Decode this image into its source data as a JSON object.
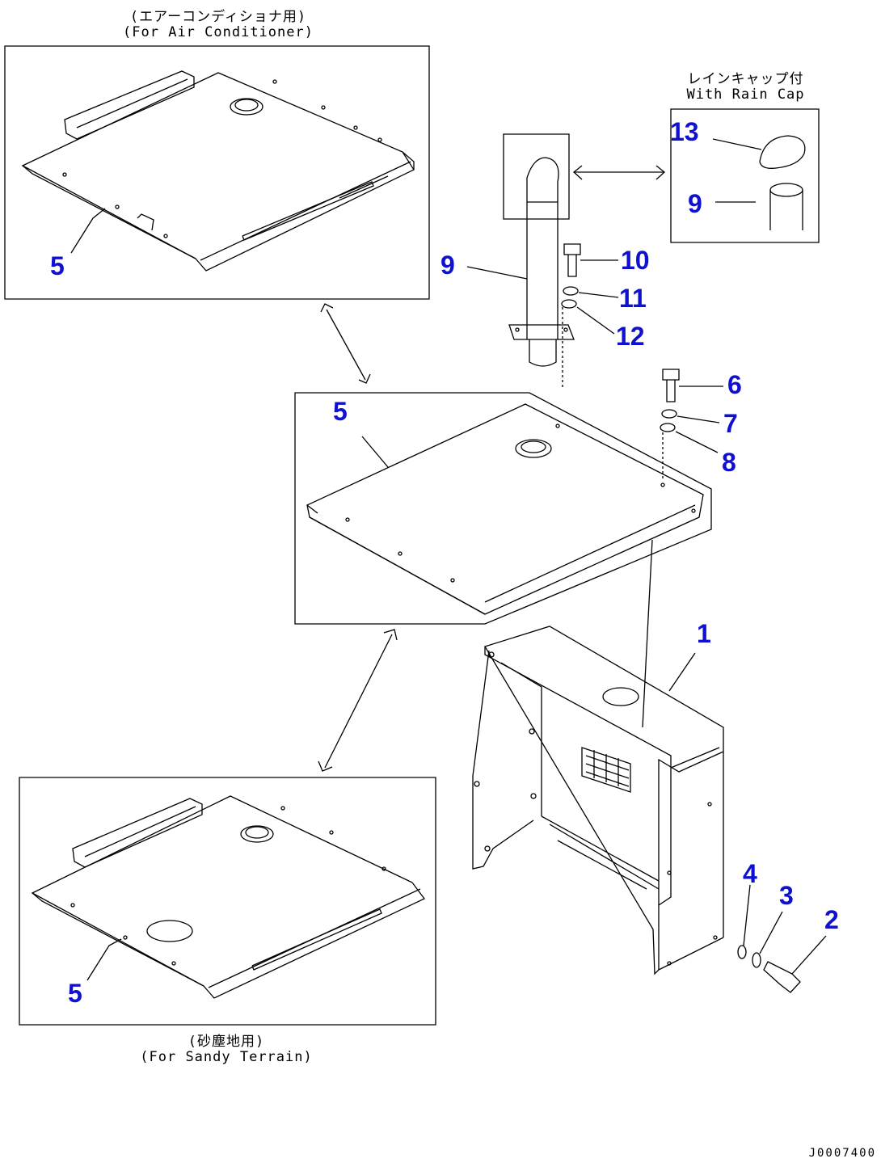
{
  "captions": {
    "air_conditioner_jp": "(エアーコンディショナ用)",
    "air_conditioner_en": "(For Air Conditioner)",
    "rain_cap_jp": "レインキャップ付",
    "rain_cap_en": "With Rain Cap",
    "sandy_terrain_jp": "(砂塵地用)",
    "sandy_terrain_en": "(For Sandy Terrain)"
  },
  "callouts": {
    "c1": "1",
    "c2": "2",
    "c3": "3",
    "c4": "4",
    "c5_aircon": "5",
    "c5_main": "5",
    "c5_sandy": "5",
    "c6": "6",
    "c7": "7",
    "c8": "8",
    "c9_main": "9",
    "c9_raincap": "9",
    "c10": "10",
    "c11": "11",
    "c12": "12",
    "c13": "13"
  },
  "document_id": "J0007400",
  "colors": {
    "callout": "#1010d0",
    "line": "#000000"
  }
}
